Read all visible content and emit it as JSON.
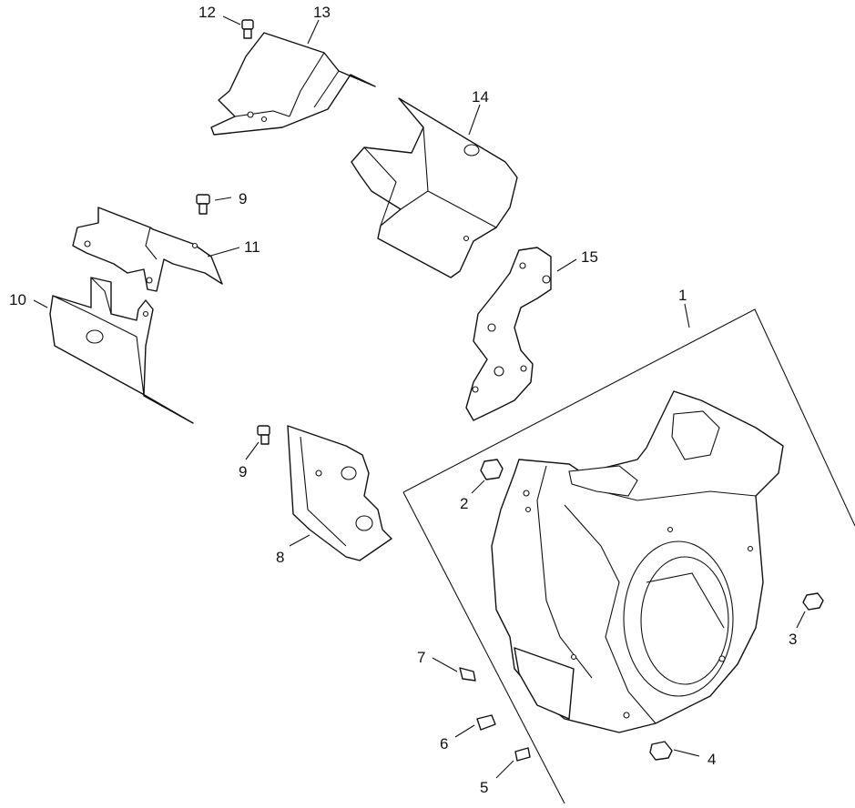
{
  "diagram": {
    "callouts": {
      "c1": "1",
      "c2": "2",
      "c3": "3",
      "c4": "4",
      "c5": "5",
      "c6": "6",
      "c7": "7",
      "c8": "8",
      "c9a": "9",
      "c9b": "9",
      "c10": "10",
      "c11": "11",
      "c12": "12",
      "c13": "13",
      "c14": "14",
      "c15": "15"
    }
  }
}
